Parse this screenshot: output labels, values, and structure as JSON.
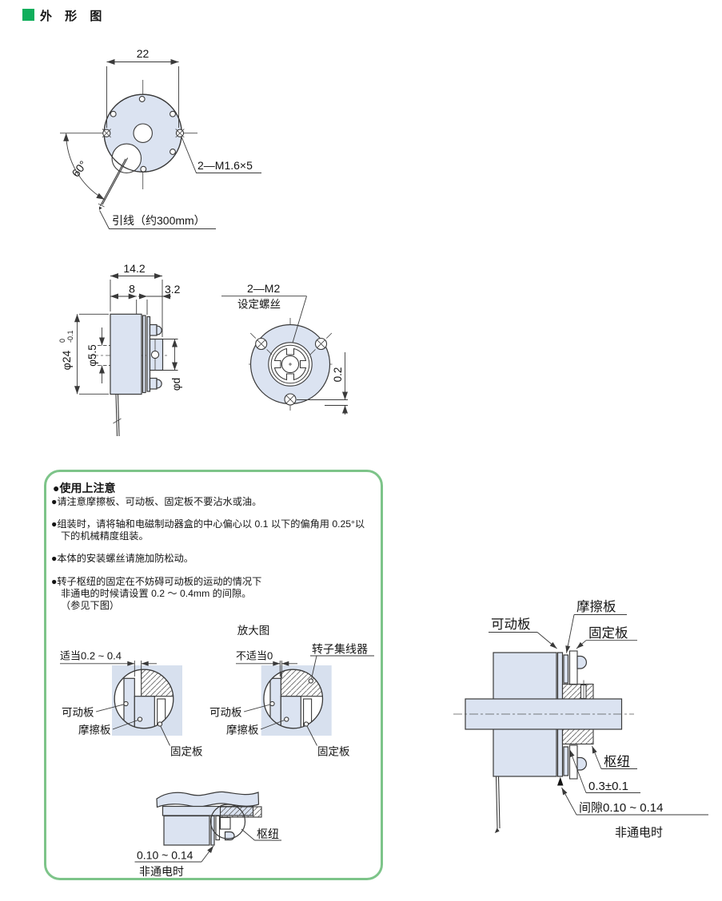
{
  "page": {
    "title": "外 形 图"
  },
  "colors": {
    "accent_green": "#0fae5b",
    "notes_border_green": "#7dc489",
    "part_fill_blue": "#dbe3f1",
    "line": "#3a3a3a"
  },
  "top_view": {
    "dim_width": "22",
    "angle": "60°",
    "tap_label": "2—M1.6×5",
    "lead_label": "引线（约300mm）"
  },
  "side_view": {
    "dim_total": "14.2",
    "dim_body": "8",
    "dim_hub": "3.2",
    "dia_body": "φ24",
    "dia_body_tol_upper": "0",
    "dia_body_tol_lower": "-0.1",
    "dia_bore": "φ5.5",
    "dia_hub": "φd"
  },
  "front_view": {
    "tap_label": "2—M2",
    "tap_sub": "设定螺丝",
    "dim_gap": "0.2"
  },
  "notes": {
    "heading": "●使用上注意",
    "bullet1": "●请注意摩擦板、可动板、固定板不要沾水或油。",
    "bullet2_line1": "●组装时，请将轴和电磁制动器盒的中心偏心以 0.1 以下的偏角用 0.25°以",
    "bullet2_line2": "下的机械精度组装。",
    "bullet3": "●本体的安装螺丝请施加防松动。",
    "bullet4_line1": "●转子枢纽的固定在不妨碍可动板的运动的情况下",
    "bullet4_line2": "非通电的时候请设置 0.2 ～ 0.4mm 的间隙。",
    "bullet4_line3": "（参见下图）",
    "magnified_caption": "放大图",
    "proper_gap": "适当0.2 ~ 0.4",
    "improper_gap": "不适当0",
    "rotor_collector": "转子集线器",
    "movable_plate": "可动板",
    "friction_plate": "摩擦板",
    "fixed_plate": "固定板",
    "hub": "枢纽",
    "mount_gap": "0.10 ~ 0.14",
    "state": "非通电时"
  },
  "cross_section": {
    "movable_plate": "可动板",
    "friction_plate": "摩擦板",
    "fixed_plate": "固定板",
    "hub": "枢纽",
    "play": "0.3±0.1",
    "gap": "间隙0.10 ~ 0.14",
    "state": "非通电时"
  }
}
